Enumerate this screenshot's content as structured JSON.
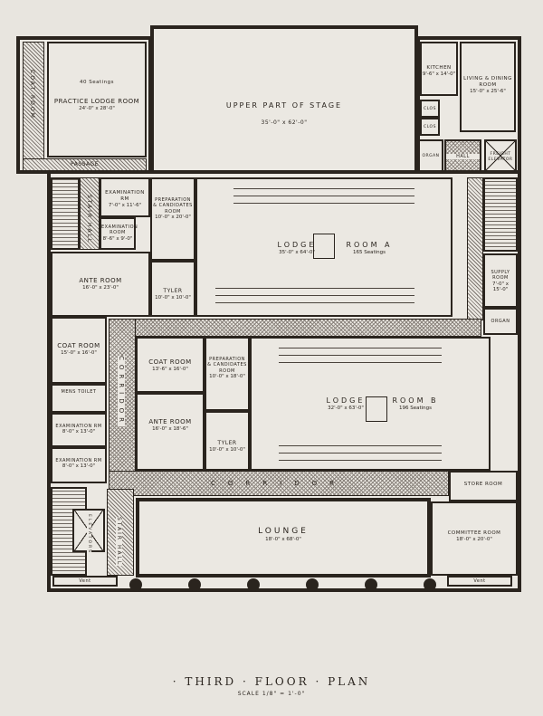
{
  "title": "· THIRD · FLOOR · PLAN",
  "scale": "SCALE 1/8\" = 1'-0\"",
  "rooms": {
    "coat_room_nw": {
      "name": "COAT ROOM"
    },
    "practice_lodge": {
      "name": "PRACTICE LODGE ROOM",
      "size": "24'-0\" x 28'-0\"",
      "note": "40 Seatings"
    },
    "passage": {
      "name": "PASSAGE"
    },
    "stage": {
      "name": "UPPER PART OF STAGE",
      "size": "35'-0\" x 62'-0\""
    },
    "kitchen": {
      "name": "KITCHEN",
      "size": "9'-6\" x 14'-0\""
    },
    "living": {
      "name": "LIVING & DINING ROOM",
      "size": "15'-0\" x 25'-6\""
    },
    "clos1": {
      "name": "CLOS"
    },
    "clos2": {
      "name": "CLOS"
    },
    "organ_n": {
      "name": "ORGAN"
    },
    "hall": {
      "name": "HALL"
    },
    "freight": {
      "name": "FREIGHT ELEVATOR"
    },
    "exam_rm_a": {
      "name": "EXAMINATION RM",
      "size": "7'-0\" x 11'-6\""
    },
    "exam_room_a": {
      "name": "EXAMINATION ROOM",
      "size": "8'-6\" x 9'-0\""
    },
    "stair_hall_a": {
      "name": "STAIR HALL"
    },
    "prep_a": {
      "name": "PREPARATION & CANDIDATES ROOM",
      "size": "10'-0\" x 20'-0\""
    },
    "tyler_a": {
      "name": "TYLER",
      "size": "10'-0\" x 10'-0\""
    },
    "ante_a": {
      "name": "ANTE ROOM",
      "size": "16'-0\" x 23'-0\""
    },
    "lodge_a": {
      "name_1": "LODGE",
      "name_2": "ROOM A",
      "size": "35'-0\" x 64'-0\"",
      "seats": "165 Seatings"
    },
    "supply": {
      "name": "SUPPLY ROOM",
      "size": "7'-0\" x 15'-0\""
    },
    "organ_e": {
      "name": "ORGAN"
    },
    "corridor": {
      "name": "CORRIDOR"
    },
    "coat_w": {
      "name": "COAT ROOM",
      "size": "15'-0\" x 16'-0\""
    },
    "toilet": {
      "name": "MENS TOILET"
    },
    "exam_1": {
      "name": "EXAMINATION RM",
      "size": "8'-0\" x 13'-0\""
    },
    "exam_2": {
      "name": "EXAMINATION RM",
      "size": "8'-0\" x 13'-0\""
    },
    "elevators": {
      "name": "ELEVATORS"
    },
    "stair_hall_b": {
      "name": "STAIR HALL"
    },
    "vent_w": {
      "name": "Vent"
    },
    "coat_b": {
      "name": "COAT ROOM",
      "size": "13'-6\" x 16'-0\""
    },
    "ante_b": {
      "name": "ANTE ROOM",
      "size": "16'-0\" x 18'-6\""
    },
    "prep_b": {
      "name": "PREPARATION & CANDIDATES ROOM",
      "size": "10'-0\" x 18'-0\""
    },
    "tyler_b": {
      "name": "TYLER",
      "size": "10'-0\" x 10'-0\""
    },
    "lodge_b": {
      "name_1": "LODGE",
      "name_2": "ROOM B",
      "size": "32'-0\" x 63'-0\"",
      "seats": "196 Seatings"
    },
    "store": {
      "name": "STORE ROOM"
    },
    "lounge": {
      "name": "LOUNGE",
      "size": "18'-0\" x 68'-0\""
    },
    "committee": {
      "name": "COMMITTEE ROOM",
      "size": "18'-0\" x 20'-0\""
    },
    "vent_e": {
      "name": "Vent"
    }
  },
  "colors": {
    "paper": "#e8e5df",
    "ink": "#2a241e"
  }
}
